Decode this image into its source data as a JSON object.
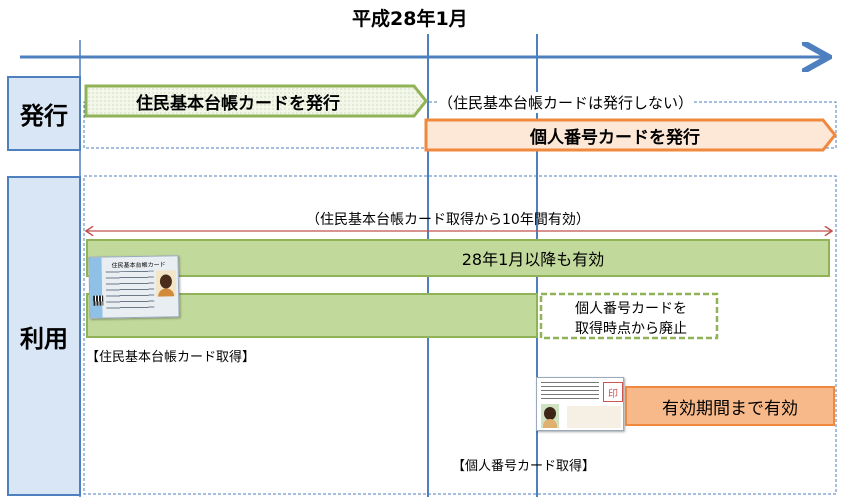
{
  "timeline": {
    "label": "平成28年1月"
  },
  "sections": {
    "issue": "発行",
    "use": "利用"
  },
  "issue_row": {
    "juki_card_issue": "住民基本台帳カードを発行",
    "juki_card_no_issue": "（住民基本台帳カードは発行しない）",
    "mynumber_card_issue": "個人番号カードを発行"
  },
  "use_row": {
    "validity_span": "（住民基本台帳カード取得から10年間有効）",
    "valid_after": "28年1月以降も有効",
    "abolish_line1": "個人番号カードを",
    "abolish_line2": "取得時点から廃止",
    "juki_card_acquired": "【住民基本台帳カード取得】",
    "valid_until_expiry": "有効期間まで有効",
    "mynumber_card_acquired": "【個人番号カード取得】"
  },
  "juki_card_image": {
    "title": "住民基本台帳カード"
  },
  "colors": {
    "axis_blue": "#4e7fbf",
    "green_fill": "#c1d99a",
    "green_border": "#8fb356",
    "orange_fill": "#f7b98a",
    "orange_border": "#f0883e",
    "side_fill": "#d9e6f5",
    "red_arrow": "#c0504d"
  }
}
